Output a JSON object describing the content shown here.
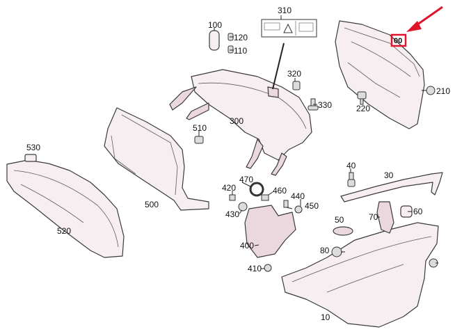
{
  "diagram": {
    "callouts": {
      "c10": "10",
      "c30": "30",
      "c40": "40",
      "c50": "50",
      "c60": "60",
      "c70": "70",
      "c80": "80",
      "c100": "100",
      "c110": "110",
      "c120": "120",
      "c210": "210",
      "c220": "220",
      "c300": "300",
      "c310": "310",
      "c320": "320",
      "c330": "330",
      "c400": "400",
      "c410": "410",
      "c420": "420",
      "c430": "430",
      "c440": "440",
      "c450": "450",
      "c460": "460",
      "c470": "470",
      "c500": "500",
      "c510": "510",
      "c520": "520",
      "c530": "530"
    },
    "highlight": {
      "label": "00",
      "color": "#e0142a"
    },
    "colors": {
      "part_fill": "#f7eef1",
      "outline": "#3a3a3a",
      "highlight": "#e0142a"
    }
  }
}
